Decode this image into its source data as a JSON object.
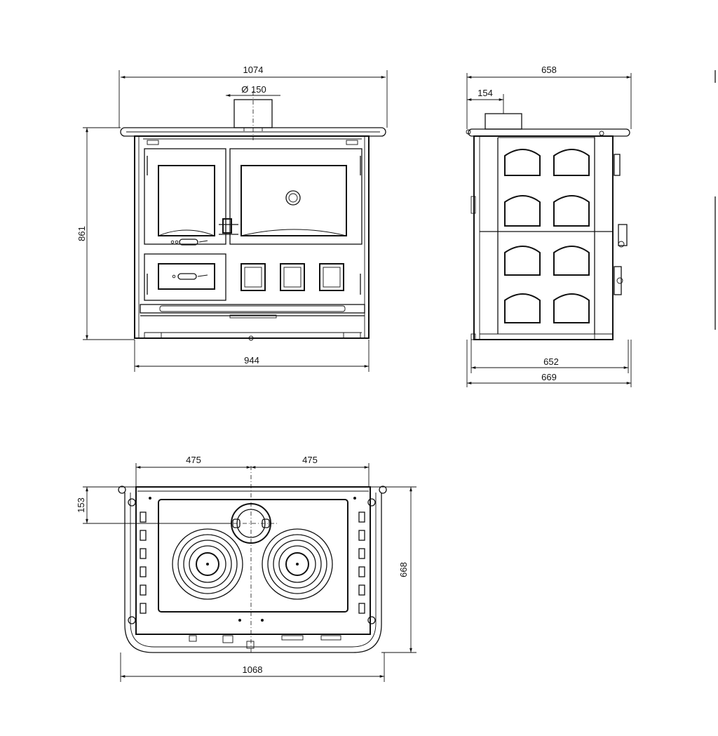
{
  "dimensions": {
    "front": {
      "width_top": "1074",
      "flue_diameter": "Ø 150",
      "height": "861",
      "width_base": "944"
    },
    "side": {
      "depth_top": "658",
      "flue_offset": "154",
      "depth_body": "652",
      "depth_total": "669"
    },
    "top": {
      "half_left": "475",
      "half_right": "475",
      "flue_offset": "153",
      "depth": "668",
      "width": "1068"
    }
  }
}
